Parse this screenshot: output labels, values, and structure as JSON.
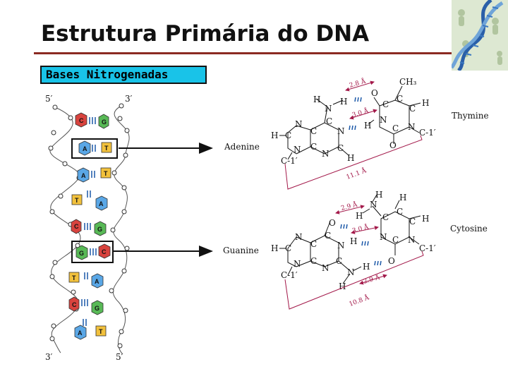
{
  "title": "Estrutura Primária do DNA",
  "subtitle": "Bases Nitrogenadas",
  "colors": {
    "rule": "#8b2a22",
    "subtitle_bg": "#19c3e8",
    "adenine": "#5aa7e6",
    "thymine": "#f2c13c",
    "guanine": "#58b956",
    "cytosine": "#d8433e",
    "hbond": "#1b58a8",
    "distance": "#a3194a"
  },
  "strand": {
    "top_left": "5′",
    "top_right": "3′",
    "bottom_left": "3′",
    "bottom_right": "5′"
  },
  "base_pairs": [
    [
      "C",
      "G"
    ],
    [
      "A",
      "T"
    ],
    [
      "A",
      "T"
    ],
    [
      "T",
      "A"
    ],
    [
      "C",
      "G"
    ],
    [
      "G",
      "C"
    ],
    [
      "T",
      "A"
    ],
    [
      "C",
      "G"
    ],
    [
      "A",
      "T"
    ]
  ],
  "labels": {
    "adenine": "Adenine",
    "thymine": "Thymine",
    "guanine": "Guanine",
    "cytosine": "Cytosine"
  },
  "distances": {
    "at_bond_top": "2.8 Å",
    "at_bond_mid": "3.0 Å",
    "at_width": "11.1 Å",
    "gc_bond_top": "2.9 Å",
    "gc_bond_mid": "3.0 Å",
    "gc_bond_bottom": "2.9 Å",
    "gc_width": "10.8 Å"
  },
  "icons": [
    "dna-helix-logo"
  ]
}
